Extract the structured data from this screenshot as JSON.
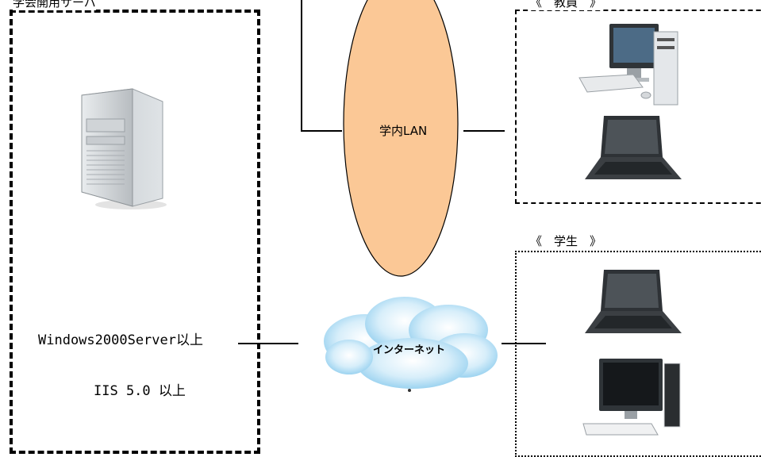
{
  "server_box": {
    "title": "学会開用サーバ",
    "os_label": "Windows2000Server以上",
    "iis_label": "IIS 5.0 以上"
  },
  "network": {
    "lan_label": "学内LAN",
    "internet_label": "インターネット"
  },
  "groups": {
    "faculty_title": "《　教員　》",
    "student_title": "《　学生　》"
  },
  "colors": {
    "lan_fill": "#fbc896",
    "cloud_fill": "#bfe3f7",
    "cloud_edge": "#7fc4ec"
  }
}
